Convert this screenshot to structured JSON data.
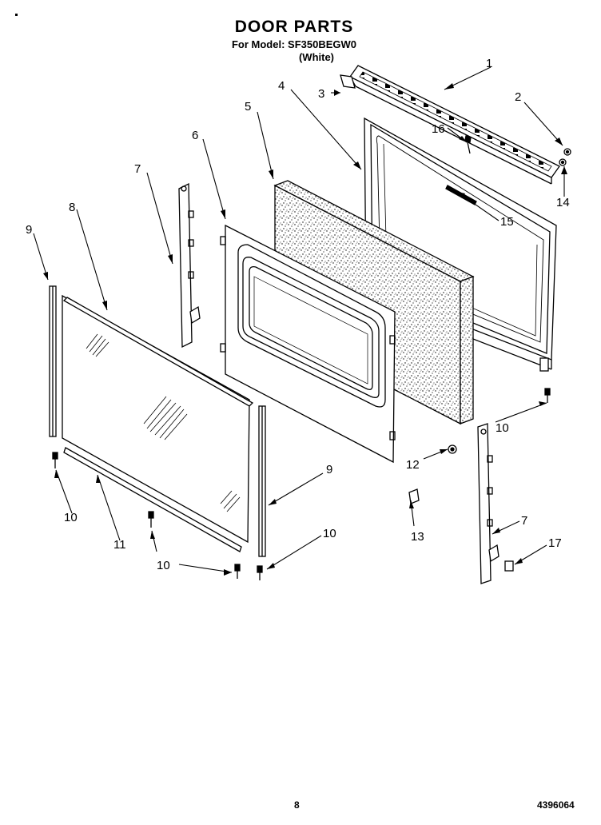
{
  "header": {
    "title": "DOOR PARTS",
    "model_line": "For Model: SF350BEGW0",
    "color_line": "(White)"
  },
  "callouts": [
    "1",
    "2",
    "3",
    "4",
    "5",
    "6",
    "7",
    "8",
    "9",
    "9",
    "10",
    "10",
    "10",
    "10",
    "11",
    "12",
    "13",
    "14",
    "15",
    "16",
    "7",
    "17"
  ],
  "footer": {
    "page_number": "8",
    "doc_number": "4396064"
  }
}
